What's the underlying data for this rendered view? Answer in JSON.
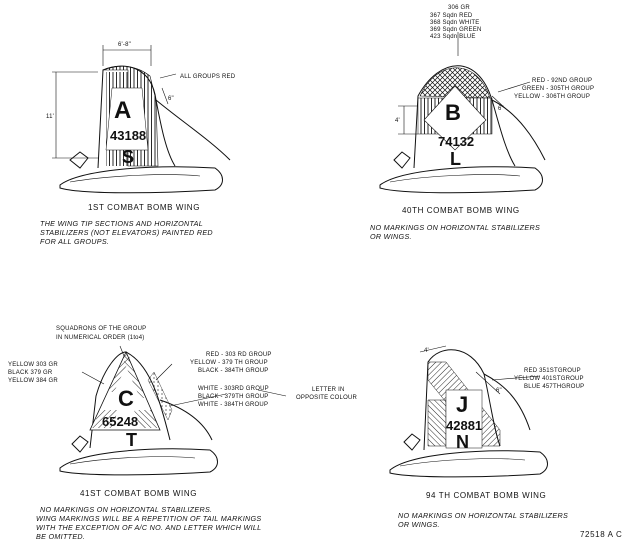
{
  "wing1": {
    "caption": "1ST COMBAT BOMB WING",
    "letter_top": "A",
    "serial": "43188",
    "letter_bottom": "S",
    "dim_width": "6'-8\"",
    "dim_height": "11'",
    "dim_small": "6\"",
    "label_groups_red": "ALL GROUPS RED",
    "note_lines": [
      "THE WING TIP SECTIONS AND HORIZONTAL",
      "STABILIZERS (NOT ELEVATORS) PAINTED RED",
      "FOR ALL GROUPS."
    ]
  },
  "wing40": {
    "caption": "40TH COMBAT BOMB WING",
    "letter_top": "B",
    "serial": "74132",
    "letter_bottom": "L",
    "sqdn_header": "306 GR",
    "sqdn_lines": [
      "367 Sqdn  RED",
      "368 Sqdn  WHITE",
      "369 Sqdn  GREEN",
      "423 Sqdn  BLUE"
    ],
    "group_lines": [
      "RED - 92ND GROUP",
      "GREEN - 305TH GROUP",
      "YELLOW - 306TH GROUP"
    ],
    "dim_left": "4'",
    "dim_small": "6\"",
    "note_lines": [
      "NO MARKINGS ON HORIZONTAL STABILIZERS",
      "OR WINGS."
    ]
  },
  "wing41": {
    "caption": "41ST COMBAT BOMB WING",
    "letter_top": "C",
    "serial": "65248",
    "letter_bottom": "T",
    "squadron_note_lines": [
      "SQUADRONS OF THE GROUP",
      "IN NUMERICAL ORDER (1to4)"
    ],
    "left_lines": [
      "YELLOW  303 GR",
      "BLACK   379 GR",
      "YELLOW  384 GR"
    ],
    "right_top_lines": [
      "RED - 303 RD GROUP",
      "YELLOW - 379 TH GROUP",
      "BLACK - 384TH GROUP"
    ],
    "right_bottom_lines": [
      "WHITE - 303RD GROUP",
      "BLACK - 379TH GROUP",
      "WHITE - 384TH GROUP"
    ],
    "letter_note_lines": [
      "LETTER IN",
      "OPPOSITE COLOUR"
    ],
    "note_lines": [
      "NO MARKINGS ON HORIZONTAL STABILIZERS.",
      "WING MARKINGS WILL BE A REPETITION OF TAIL MARKINGS",
      "WITH THE EXCEPTION OF A/C NO. AND LETTER WHICH WILL",
      "BE OMITTED."
    ]
  },
  "wing94": {
    "caption": "94 TH COMBAT BOMB WING",
    "letter_top": "J",
    "serial": "42881",
    "letter_bottom": "N",
    "dim_top": "4'",
    "dim_small": "6\"",
    "group_lines": [
      "RED     351STGROUP",
      "YELLOW  401STGROUP",
      "BLUE    457THGROUP"
    ],
    "note_lines": [
      "NO MARKINGS ON HORIZONTAL STABILIZERS",
      "OR WINGS."
    ]
  },
  "footer": {
    "reference": "72518 A C"
  }
}
